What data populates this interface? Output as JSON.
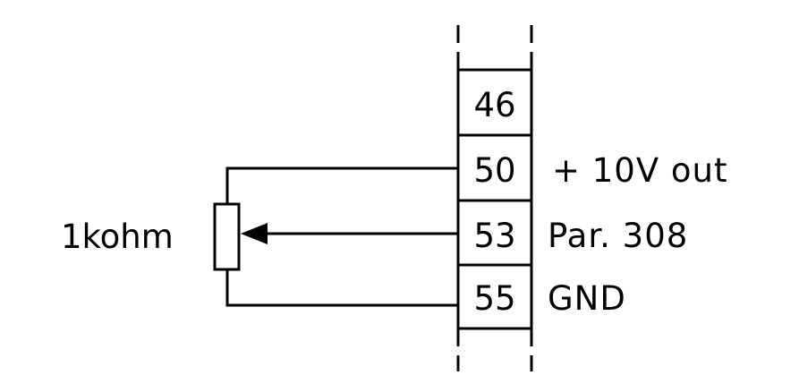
{
  "resistor": {
    "label": "1kohm"
  },
  "terminals": [
    {
      "number": "46",
      "label": ""
    },
    {
      "number": "50",
      "label": "+ 10V out"
    },
    {
      "number": "53",
      "label": "Par. 308"
    },
    {
      "number": "55",
      "label": "GND"
    }
  ]
}
